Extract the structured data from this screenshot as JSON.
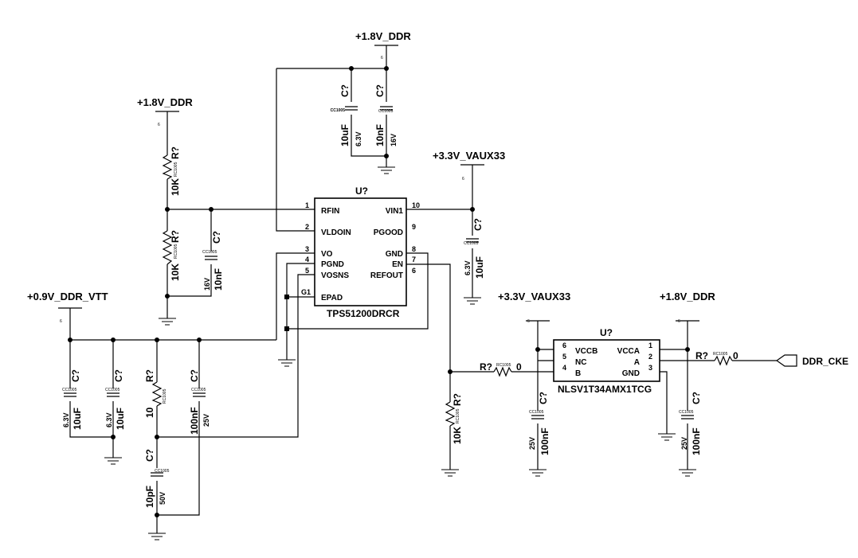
{
  "nets": {
    "ddr_top": "+1.8V_DDR",
    "ddr_left": "+1.8V_DDR",
    "vaux_mid": "+3.3V_VAUX33",
    "vtt": "+0.9V_DDR_VTT",
    "vaux_right": "+3.3V_VAUX33",
    "ddr_right": "+1.8V_DDR",
    "cke": "DDR_CKE"
  },
  "pwr_pin_number": "6",
  "u1": {
    "ref": "U?",
    "part": "TPS51200DRCR",
    "pins": [
      {
        "num": "1",
        "name": "RFIN"
      },
      {
        "num": "2",
        "name": "VLDOIN"
      },
      {
        "num": "3",
        "name": "VO"
      },
      {
        "num": "4",
        "name": "PGND"
      },
      {
        "num": "5",
        "name": "VOSNS"
      },
      {
        "num": "G1",
        "name": "EPAD"
      },
      {
        "num": "10",
        "name": "VIN1"
      },
      {
        "num": "9",
        "name": "PGOOD"
      },
      {
        "num": "8",
        "name": "GND"
      },
      {
        "num": "7",
        "name": "EN"
      },
      {
        "num": "6",
        "name": "REFOUT"
      }
    ]
  },
  "u2": {
    "ref": "U?",
    "part": "NLSV1T34AMX1TCG",
    "pins": [
      {
        "num": "6",
        "name": "VCCB"
      },
      {
        "num": "5",
        "name": "NC"
      },
      {
        "num": "4",
        "name": "B"
      },
      {
        "num": "1",
        "name": "VCCA"
      },
      {
        "num": "2",
        "name": "A"
      },
      {
        "num": "3",
        "name": "GND"
      }
    ]
  },
  "caps": [
    {
      "ref": "C?",
      "value": "10uF",
      "voltage": "6.3V",
      "footprint": "CC1005"
    },
    {
      "ref": "C?",
      "value": "10nF",
      "voltage": "16V",
      "footprint": "CC1005"
    },
    {
      "ref": "C?",
      "value": "10nF",
      "voltage": "16V",
      "footprint": "CC1005"
    },
    {
      "ref": "C?",
      "value": "10uF",
      "voltage": "6.3V",
      "footprint": "CC1005"
    },
    {
      "ref": "C?",
      "value": "10uF",
      "voltage": "6.3V",
      "footprint": "CC1005"
    },
    {
      "ref": "C?",
      "value": "10uF",
      "voltage": "6.3V",
      "footprint": "CC1005"
    },
    {
      "ref": "C?",
      "value": "100nF",
      "voltage": "25V",
      "footprint": "CC1005"
    },
    {
      "ref": "C?",
      "value": "10pF",
      "voltage": "50V",
      "footprint": "CC1005"
    },
    {
      "ref": "C?",
      "value": "100nF",
      "voltage": "25V",
      "footprint": "CC1005"
    },
    {
      "ref": "C?",
      "value": "100nF",
      "voltage": "25V",
      "footprint": "CC1005"
    }
  ],
  "resistors": [
    {
      "ref": "R?",
      "value": "10K",
      "footprint": "RC1005"
    },
    {
      "ref": "R?",
      "value": "10K",
      "footprint": "RC1005"
    },
    {
      "ref": "R?",
      "value": "10",
      "footprint": "RC1005"
    },
    {
      "ref": "R?",
      "value": "10K",
      "footprint": "RC1005"
    },
    {
      "ref": "R?",
      "value": "0",
      "footprint": "RC1005"
    },
    {
      "ref": "R?",
      "value": "0",
      "footprint": "RC1005"
    }
  ]
}
